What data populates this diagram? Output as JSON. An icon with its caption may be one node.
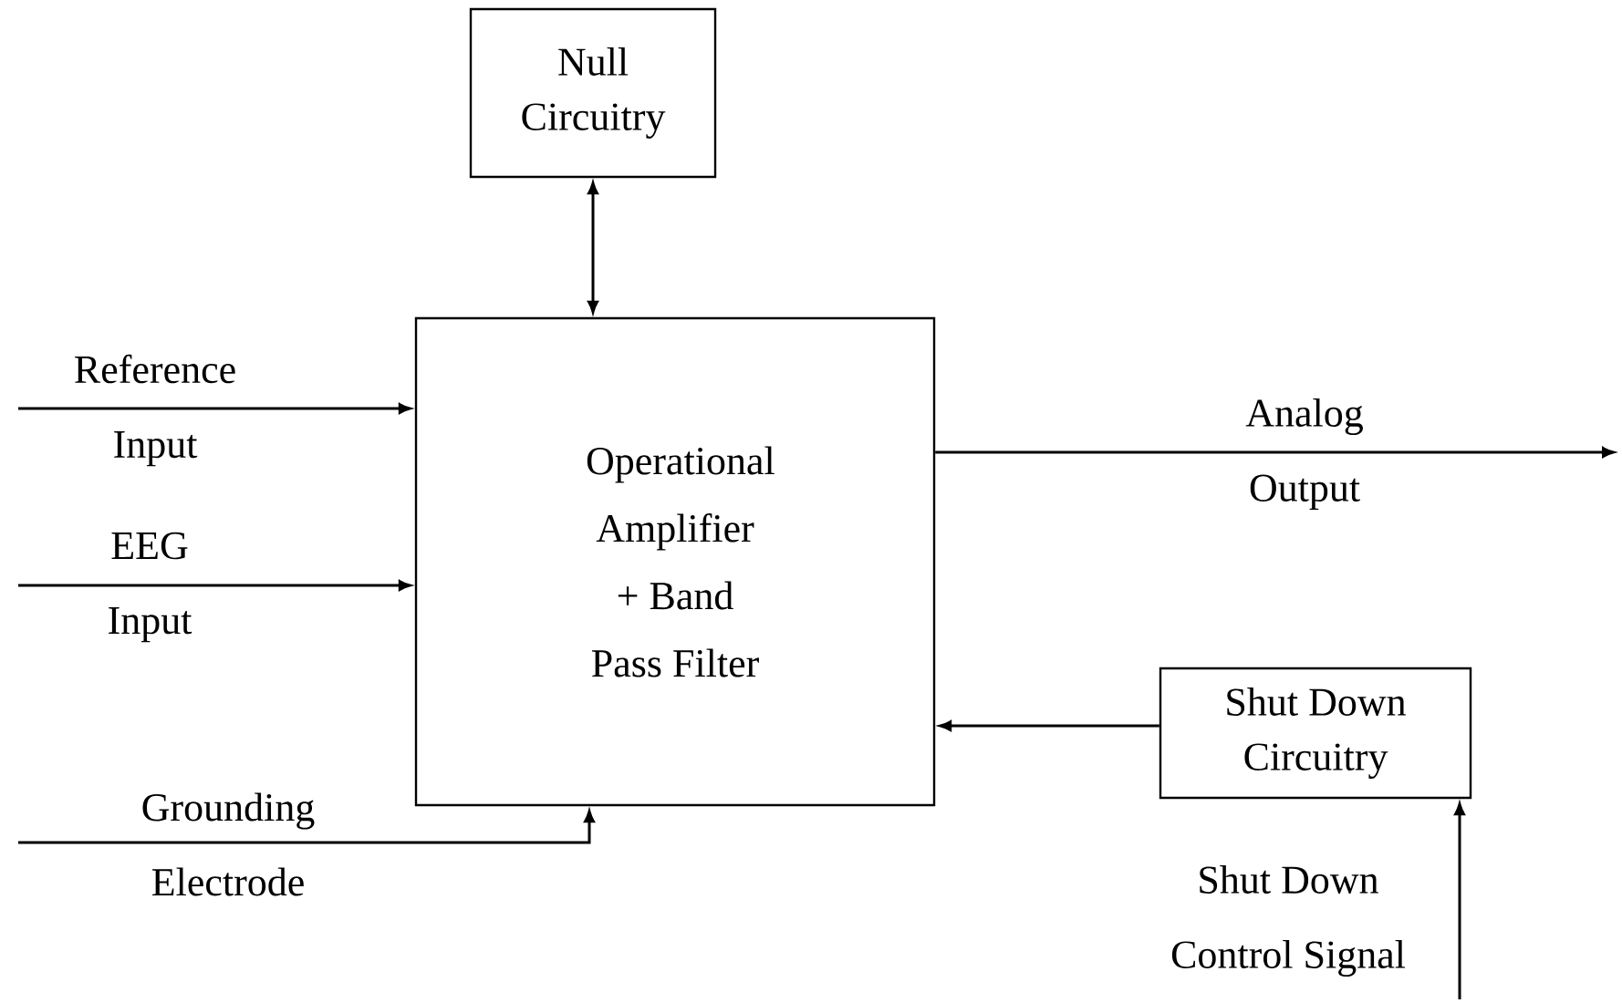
{
  "diagram": {
    "nodes": [
      {
        "text": [
          "Null Circuitry"
        ]
      },
      {
        "text": [
          "Operational Amplifier + Band Pass Filter"
        ]
      },
      {
        "text": [
          "Shut Down Circuitry"
        ]
      }
    ],
    "edges": [
      {
        "from": 0,
        "to": 1,
        "arrow": "both"
      },
      {
        "from": null,
        "to": 1,
        "arrow": "to",
        "label": "Reference Input"
      },
      {
        "from": null,
        "to": 1,
        "arrow": "to",
        "label": "EEG Input"
      },
      {
        "from": 1,
        "to": null,
        "arrow": "to",
        "label": "Analog Output"
      },
      {
        "from": 2,
        "to": 1,
        "arrow": "to"
      },
      {
        "from": null,
        "to": 1,
        "arrow": "to",
        "label": "Grounding Electrode"
      },
      {
        "from": null,
        "to": 2,
        "arrow": "to",
        "label": "Shut Down Control Signal"
      }
    ]
  }
}
